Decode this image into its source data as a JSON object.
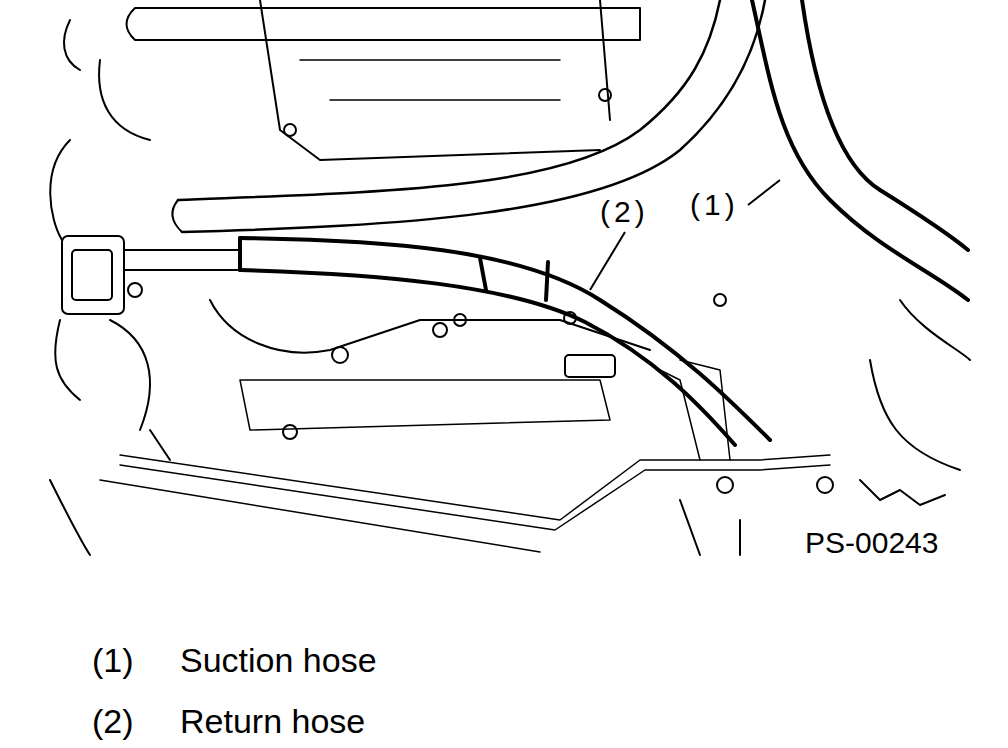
{
  "diagram": {
    "labels": [
      "(2)",
      "(1)",
      "PS-00243",
      "(1)",
      "Suction hose",
      "(2)",
      "Return hose"
    ]
  }
}
